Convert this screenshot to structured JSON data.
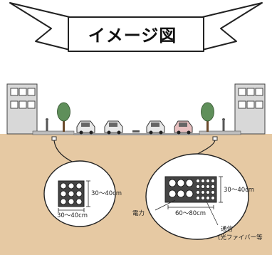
{
  "banner": {
    "title": "イメージ図"
  },
  "detail_left": {
    "height_label": "30〜40cm",
    "width_label": "30〜40cm"
  },
  "detail_right": {
    "height_label": "30〜40cm",
    "width_label": "60〜80cm",
    "power_label": "電力",
    "comm_label_1": "通信",
    "comm_label_2": "(光ファイバー等"
  },
  "colors": {
    "soil": "#e6c9a3",
    "banner_fill": "#ffffff",
    "outline": "#222222",
    "tree": "#5f8f5a"
  }
}
